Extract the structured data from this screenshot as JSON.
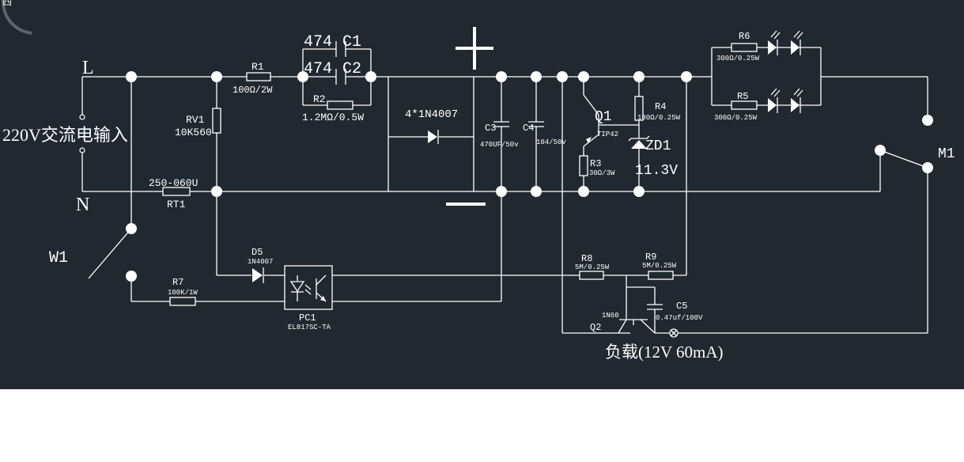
{
  "terminals": {
    "L": "L",
    "N": "N",
    "input_label": "220V交流电输入",
    "switch_w1": "W1",
    "motor": "M1"
  },
  "components": {
    "R1": {
      "ref": "R1",
      "value": "100Ω/2W"
    },
    "R2": {
      "ref": "R2",
      "value": "1.2MΩ/0.5W"
    },
    "RV1": {
      "ref": "RV1",
      "value": "10K560"
    },
    "RT1": {
      "ref": "RT1",
      "value": "250-060U"
    },
    "C1": {
      "ref": "C1",
      "value": "474"
    },
    "C2": {
      "ref": "C2",
      "value": "474"
    },
    "bridge": {
      "label": "4*1N4007"
    },
    "C3": {
      "ref": "C3",
      "value": "470UF/50v"
    },
    "C4": {
      "ref": "C4",
      "value": "104/50v"
    },
    "Q1": {
      "ref": "Q1",
      "value": "TIP42"
    },
    "R3": {
      "ref": "R3",
      "value": "30Ω/3W"
    },
    "R4": {
      "ref": "R4",
      "value": "180Ω/0.25W"
    },
    "ZD1": {
      "ref": "ZD1",
      "value": "11.3V"
    },
    "R6": {
      "ref": "R6",
      "value": "300Ω/0.25W"
    },
    "R5": {
      "ref": "R5",
      "value": "300Ω/0.25W"
    },
    "D5": {
      "ref": "D5",
      "value": "1N4007"
    },
    "R7": {
      "ref": "R7",
      "value": "100K/1W"
    },
    "PC1": {
      "ref": "PC1",
      "value": "EL817SC-TA"
    },
    "R8": {
      "ref": "R8",
      "value": "5M/0.25W"
    },
    "R9": {
      "ref": "R9",
      "value": "5M/0.25W"
    },
    "C5": {
      "ref": "C5",
      "value": "0.47uf/100V"
    },
    "Q2": {
      "ref": "Q2",
      "value": "1N60"
    }
  },
  "load_label": "负载(12V 60mA)",
  "polarity": {
    "plus": "+",
    "minus": "−"
  },
  "viewcube_label": "西",
  "colors": {
    "background": "#212830",
    "wire": "#ffffff",
    "page": "#ffffff"
  }
}
